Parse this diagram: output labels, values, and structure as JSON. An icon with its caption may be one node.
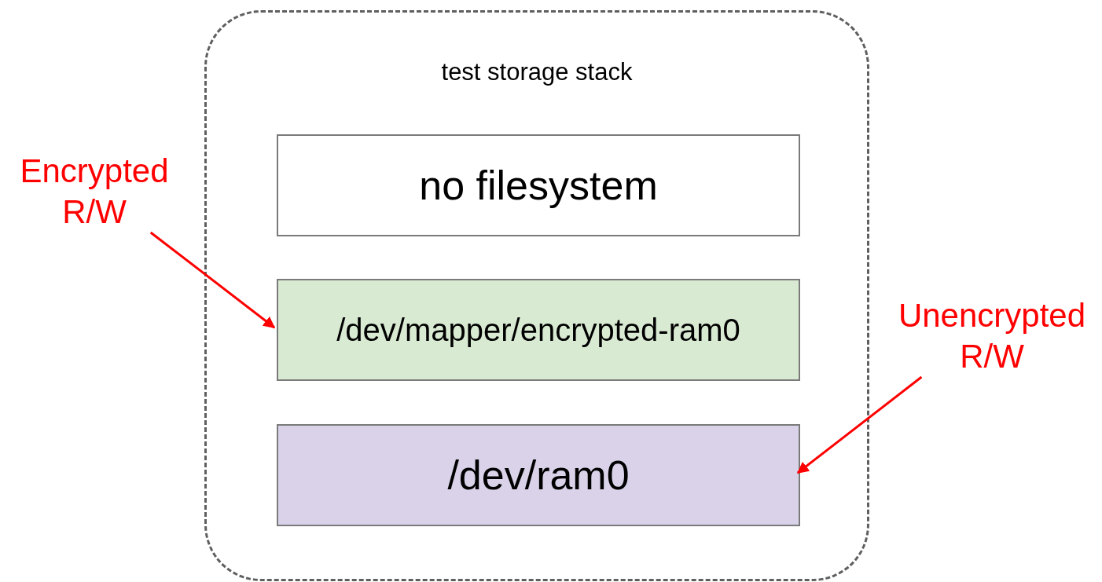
{
  "diagram": {
    "nodes": [
      {
        "text": [
          "test storage stack"
        ]
      },
      {
        "text": [
          "no filesystem"
        ],
        "in": 0
      },
      {
        "text": [
          "/dev/mapper/encrypted-ram0"
        ],
        "in": 0
      },
      {
        "text": [
          "/dev/ram0"
        ],
        "in": 0
      },
      {
        "text": [
          "Encrypted R/W"
        ]
      },
      {
        "text": [
          "Unencrypted R/W"
        ]
      }
    ],
    "edges": [
      {
        "from": 4,
        "to": 2,
        "arrow": "to"
      },
      {
        "from": 5,
        "to": 3,
        "arrow": "to"
      }
    ]
  }
}
